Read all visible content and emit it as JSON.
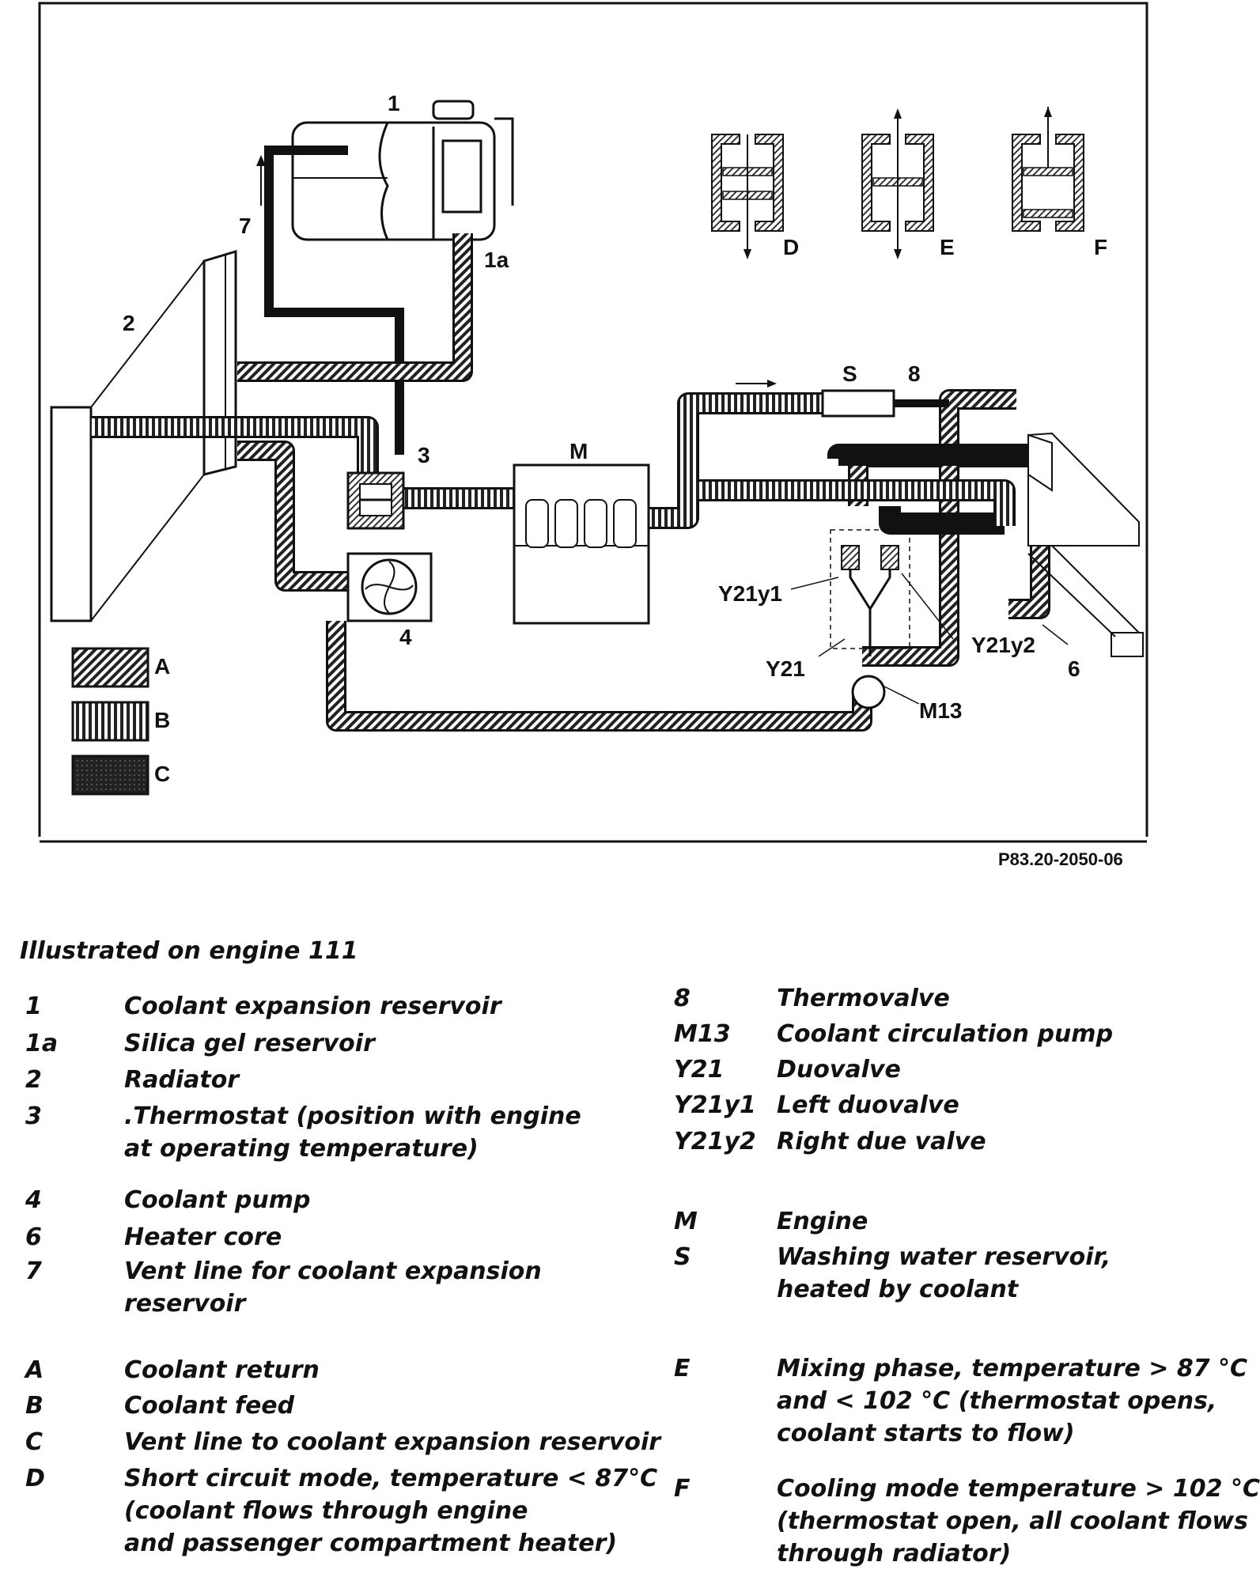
{
  "diagram": {
    "labels": {
      "reservoir": "1",
      "silica": "1a",
      "radiator": "2",
      "thermostat": "3",
      "pump": "4",
      "heater": "6",
      "vent": "7",
      "thermovalve": "8",
      "engine": "M",
      "washer": "S",
      "mode_d": "D",
      "mode_e": "E",
      "mode_f": "F",
      "duovalve": "Y21",
      "duovalve_left": "Y21y1",
      "duovalve_right": "Y21y2",
      "circ_pump": "M13",
      "key_a": "A",
      "key_b": "B",
      "key_c": "C"
    },
    "figure_code": "P83.20-2050-06"
  },
  "legend": {
    "title": "Illustrated on engine 111",
    "left_items": [
      {
        "key": "1",
        "text": "Coolant expansion reservoir"
      },
      {
        "key": "1a",
        "text": "Silica gel reservoir"
      },
      {
        "key": "2",
        "text": "Radiator"
      },
      {
        "key": "3",
        "text": ".Thermostat (position with engine",
        "text2": "at operating temperature)"
      },
      {
        "key": "4",
        "text": "Coolant pump"
      },
      {
        "key": "6",
        "text": "Heater core"
      },
      {
        "key": "7",
        "text": "Vent line for coolant expansion",
        "text2": "reservoir"
      },
      {
        "key": "A",
        "text": "Coolant return"
      },
      {
        "key": "B",
        "text": "Coolant feed"
      },
      {
        "key": "C",
        "text": "Vent line to coolant expansion reservoir"
      },
      {
        "key": "D",
        "text": "Short circuit mode, temperature < 87°C",
        "text2": "(coolant flows   through engine",
        "text3": "and passenger compartment heater)"
      }
    ],
    "right_items": [
      {
        "key": "8",
        "text": "Thermovalve"
      },
      {
        "key": "M13",
        "text": "Coolant circulation pump"
      },
      {
        "key": "Y21",
        "text": "Duovalve"
      },
      {
        "key": "Y21y1",
        "text": "Left duovalve"
      },
      {
        "key": "Y21y2",
        "text": "Right due valve"
      },
      {
        "key": "M",
        "text": "Engine"
      },
      {
        "key": "S",
        "text": "Washing water reservoir,",
        "text2": "heated  by coolant"
      },
      {
        "key": "E",
        "text": "Mixing phase, temperature > 87 °C",
        "text2": "and < 102 °C  (thermostat opens,",
        "text3": "coolant starts to flow)"
      },
      {
        "key": "F",
        "text": "Cooling mode temperature > 102 °C",
        "text2": "(thermostat open, all coolant flows",
        "text3": "through radiator)"
      }
    ]
  }
}
